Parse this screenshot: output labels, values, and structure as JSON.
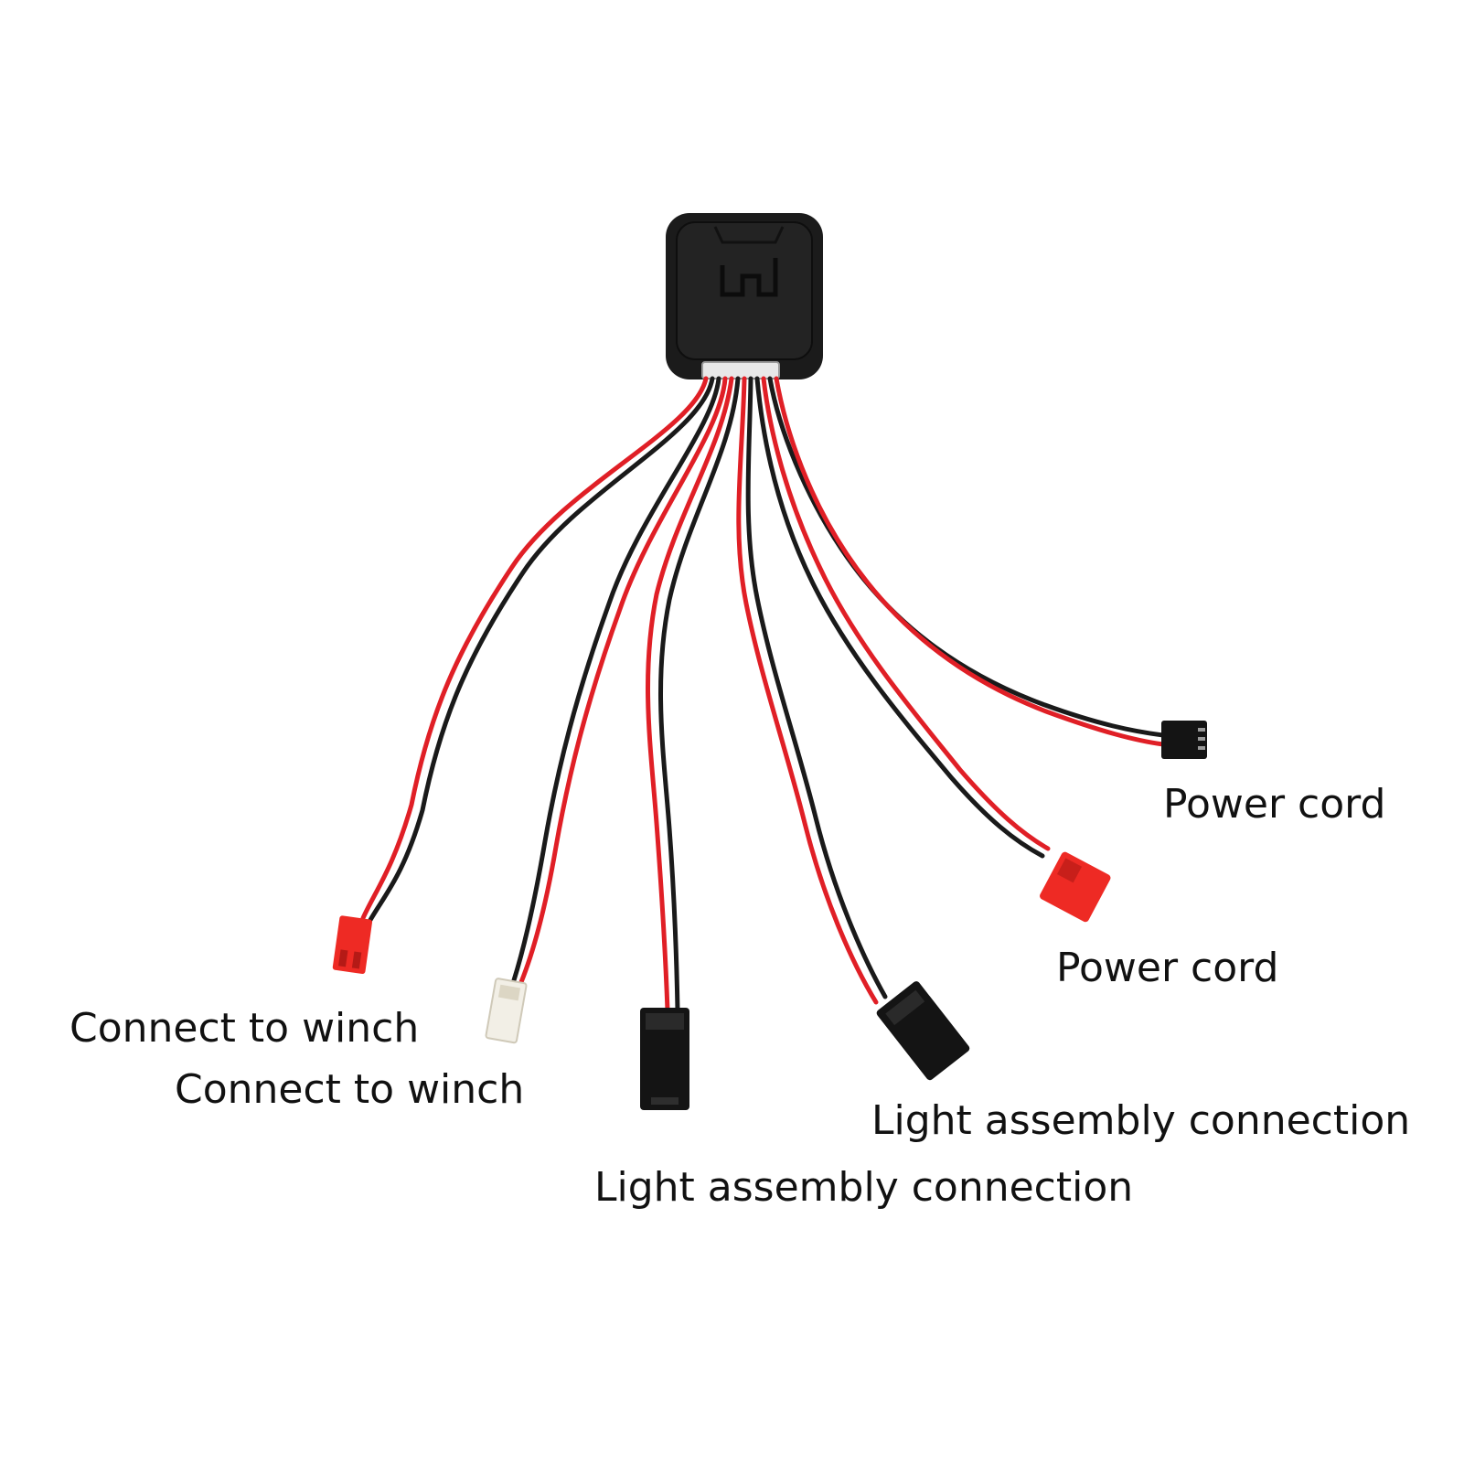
{
  "colors": {
    "background": "#ffffff",
    "housing": "#1b1b1b",
    "wire_red": "#e01f26",
    "wire_black": "#1a1a1a",
    "connector_red": "#ee2a24",
    "connector_white": "#f2efe6",
    "connector_black": "#141414"
  },
  "labels": {
    "power_cord_1": "Power cord",
    "power_cord_2": "Power cord",
    "winch_1": "Connect to winch",
    "winch_2": "Connect to winch",
    "light_1": "Light assembly connection",
    "light_2": "Light assembly connection"
  }
}
